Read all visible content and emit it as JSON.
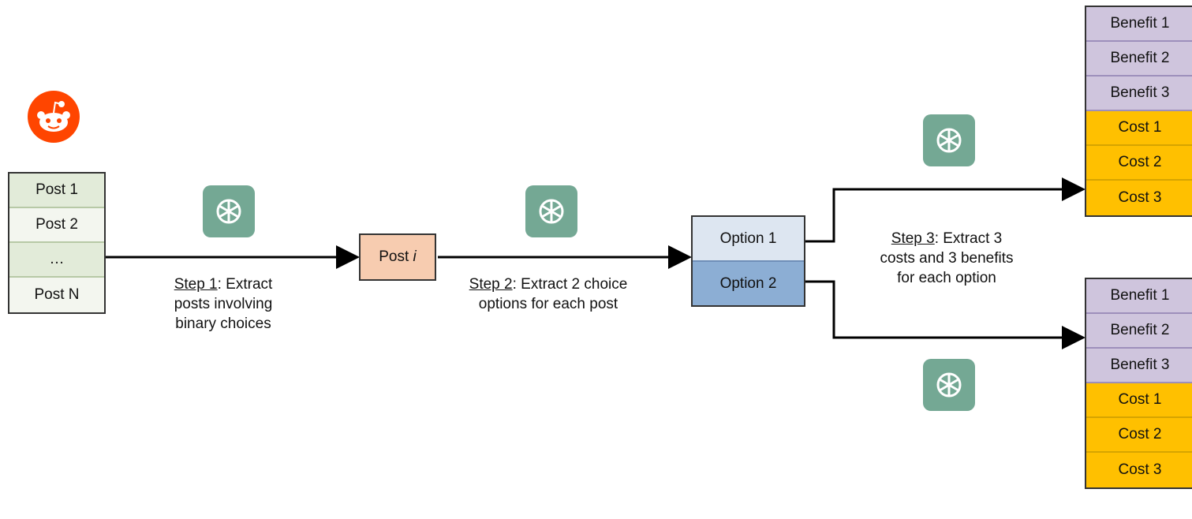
{
  "posts": [
    "Post 1",
    "Post 2",
    "…",
    "Post N"
  ],
  "post_i": {
    "text": "Post ",
    "italic": "i"
  },
  "options": [
    "Option 1",
    "Option 2"
  ],
  "stack_top": [
    "Benefit 1",
    "Benefit 2",
    "Benefit 3",
    "Cost 1",
    "Cost 2",
    "Cost 3"
  ],
  "stack_bottom": [
    "Benefit 1",
    "Benefit 2",
    "Benefit 3",
    "Cost 1",
    "Cost 2",
    "Cost 3"
  ],
  "step1": {
    "step": "Step 1",
    "line1": ": Extract",
    "line2": "posts involving",
    "line3": "binary choices"
  },
  "step2": {
    "step": "Step 2",
    "line1": ": Extract 2 choice",
    "line2": "options for each post"
  },
  "step3": {
    "step": "Step 3",
    "line1": ": Extract 3",
    "line2": "costs and 3 benefits",
    "line3": "for each option"
  },
  "icons": {
    "source": "reddit-icon",
    "model": "openai-icon"
  },
  "colors": {
    "posts": "#e2ebd9",
    "post_i": "#f7ccb0",
    "option1": "#dde6f1",
    "option2": "#8caed4",
    "benefit": "#cfc5dd",
    "cost": "#ffc000",
    "model_icon": "#74a894",
    "reddit": "#ff4500"
  }
}
